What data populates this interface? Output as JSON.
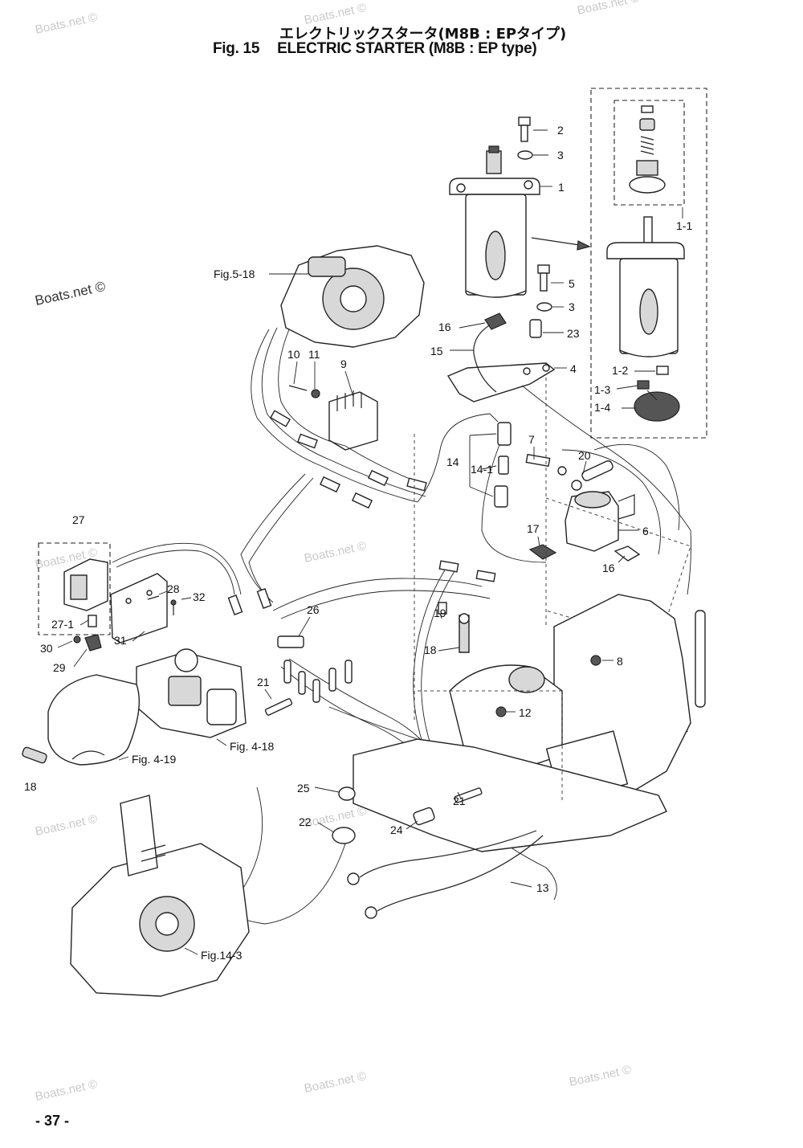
{
  "header": {
    "title_jp": "エレクトリックスタータ(M8B : EPタイプ)",
    "fig_number": "Fig. 15",
    "title_en": "ELECTRIC STARTER (M8B : EP type)"
  },
  "watermark": {
    "text": "Boats.net ©"
  },
  "part_labels": {
    "p1": "1",
    "p1_1": "1-1",
    "p1_2": "1-2",
    "p1_3": "1-3",
    "p1_4": "1-4",
    "p2": "2",
    "p3a": "3",
    "p3b": "3",
    "p4": "4",
    "p5": "5",
    "p6": "6",
    "p7": "7",
    "p8": "8",
    "p9": "9",
    "p10": "10",
    "p11": "11",
    "p12": "12",
    "p13": "13",
    "p14": "14",
    "p14_1": "14-1",
    "p15": "15",
    "p16a": "16",
    "p16b": "16",
    "p17": "17",
    "p18a": "18",
    "p18b": "18",
    "p19": "19",
    "p20": "20",
    "p21a": "21",
    "p21b": "21",
    "p22": "22",
    "p23": "23",
    "p24": "24",
    "p25": "25",
    "p26": "26",
    "p27": "27",
    "p27_1": "27-1",
    "p28": "28",
    "p29": "29",
    "p30": "30",
    "p31": "31",
    "p32": "32"
  },
  "figure_refs": {
    "fig5_18": "Fig.5-18",
    "fig4_19": "Fig. 4-19",
    "fig4_18": "Fig. 4-18",
    "fig14_3": "Fig.14-3"
  },
  "page_number": "- 37 -"
}
